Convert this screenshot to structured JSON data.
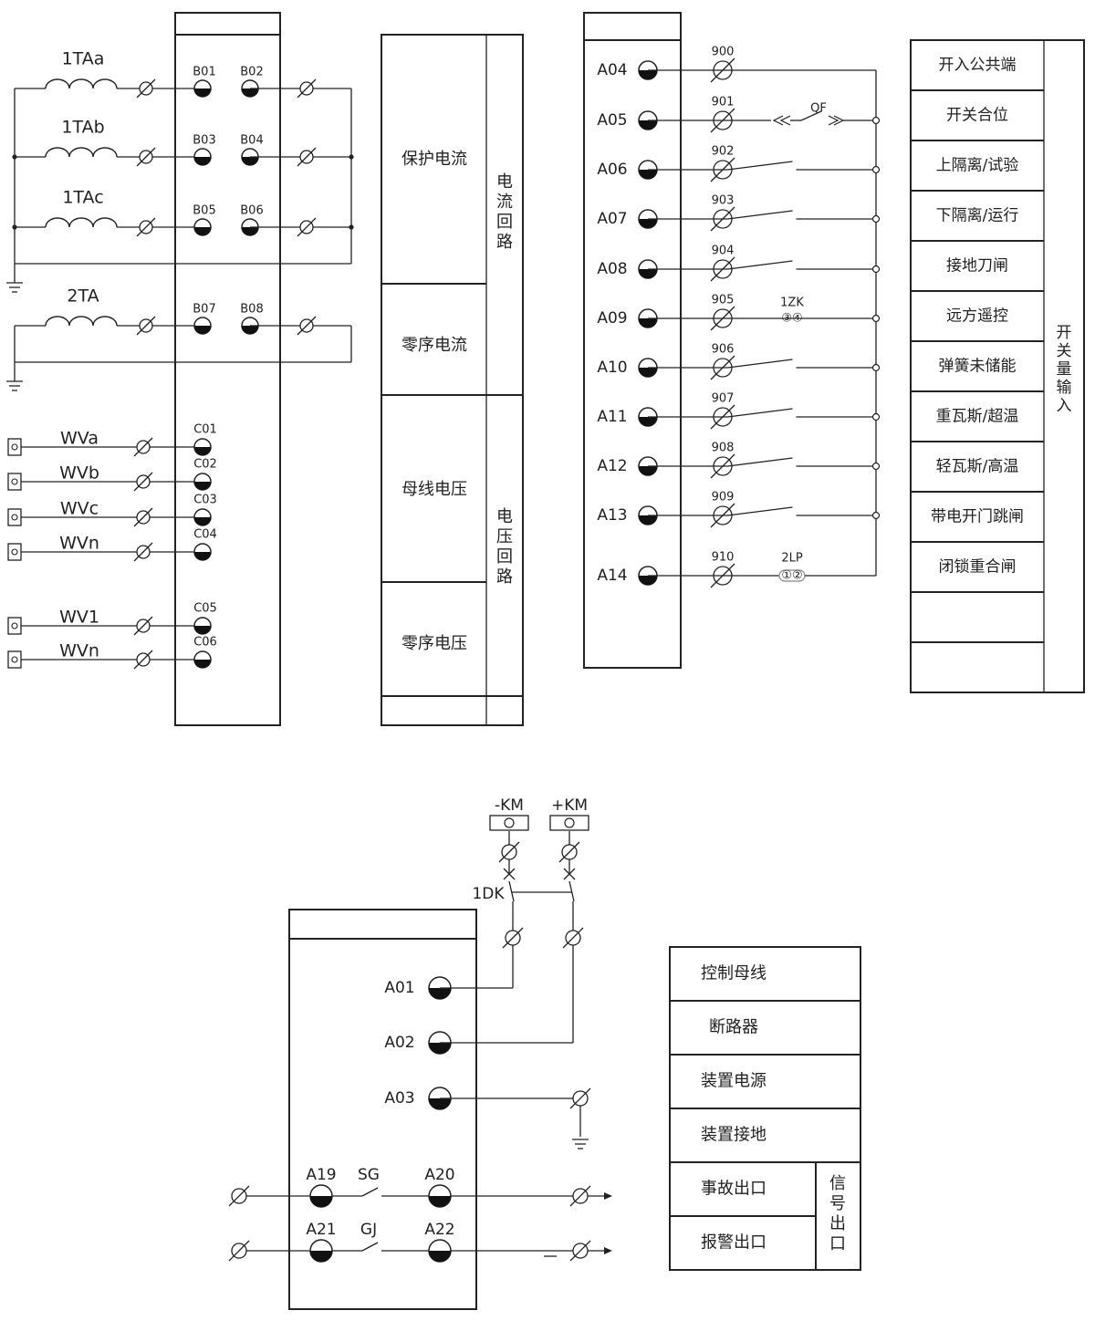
{
  "ct": {
    "coils": [
      "1TAa",
      "1TAb",
      "1TAc",
      "2TA"
    ],
    "terminals": [
      [
        "B01",
        "B02"
      ],
      [
        "B03",
        "B04"
      ],
      [
        "B05",
        "B06"
      ],
      [
        "B07",
        "B08"
      ]
    ]
  },
  "pt": {
    "labels": [
      "WVa",
      "WVb",
      "WVc",
      "WVn",
      "WV1",
      "WVn"
    ],
    "terminals": [
      "C01",
      "C02",
      "C03",
      "C04",
      "C05",
      "C06"
    ]
  },
  "analog_table": {
    "rows": [
      "保护电流",
      "零序电流",
      "母线电压",
      "零序电压"
    ],
    "groups": [
      "电流回路",
      "电压回路"
    ]
  },
  "di": {
    "terminals": [
      "A04",
      "A05",
      "A06",
      "A07",
      "A08",
      "A09",
      "A10",
      "A11",
      "A12",
      "A13",
      "A14"
    ],
    "wires": [
      "900",
      "901",
      "902",
      "903",
      "904",
      "905",
      "906",
      "907",
      "908",
      "909",
      "910"
    ],
    "qf": "QF",
    "zk": "1ZK",
    "zk_contacts": "③④",
    "lp": "2LP",
    "lp_contacts": "①②"
  },
  "di_table": {
    "rows": [
      "开入公共端",
      "开关合位",
      "上隔离/试验",
      "下隔离/运行",
      "接地刀闸",
      "远方遥控",
      "弹簧未储能",
      "重瓦斯/超温",
      "轻瓦斯/高温",
      "带电开门跳闸",
      "闭锁重合闸",
      "",
      ""
    ],
    "group": "开关量输入"
  },
  "power": {
    "neg": "-KM",
    "pos": "+KM",
    "dk": "1DK",
    "terminals": [
      "A01",
      "A02",
      "A03"
    ],
    "sg": "SG",
    "gj": "GJ",
    "out_terminals": [
      [
        "A19",
        "A20"
      ],
      [
        "A21",
        "A22"
      ]
    ]
  },
  "ctrl_table": {
    "rows": [
      "控制母线",
      "断路器",
      "装置电源",
      "装置接地",
      "事故出口",
      "报警出口"
    ],
    "group": "信号出口"
  }
}
